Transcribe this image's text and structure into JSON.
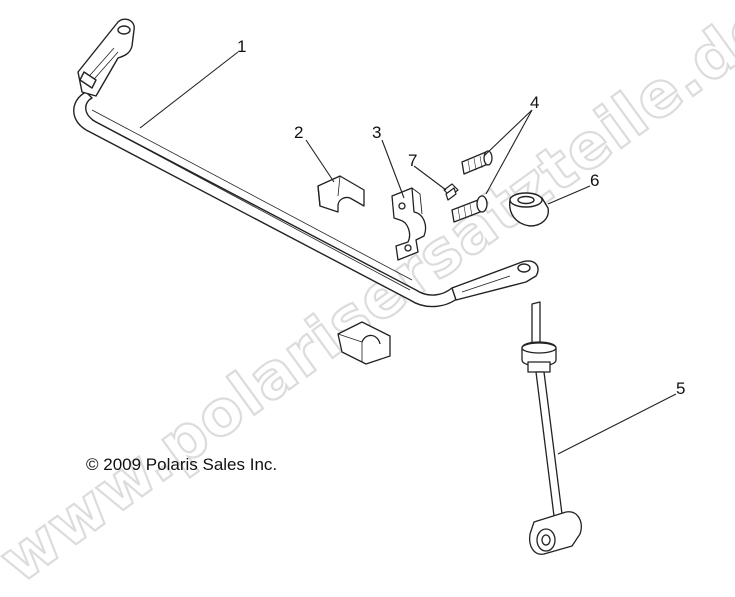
{
  "watermark": "www.polarisersatzteile.de",
  "copyright": "© 2009 Polaris Sales Inc.",
  "callouts": [
    {
      "id": "1",
      "label": "1"
    },
    {
      "id": "2",
      "label": "2"
    },
    {
      "id": "3",
      "label": "3"
    },
    {
      "id": "4",
      "label": "4"
    },
    {
      "id": "5",
      "label": "5"
    },
    {
      "id": "6",
      "label": "6"
    },
    {
      "id": "7",
      "label": "7"
    }
  ]
}
